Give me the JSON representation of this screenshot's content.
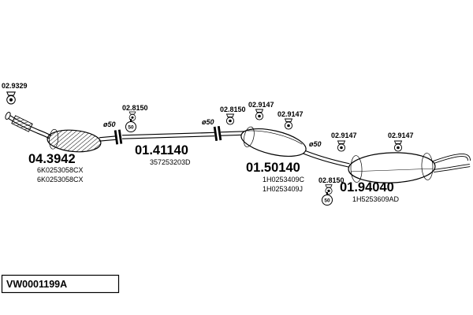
{
  "diagram": {
    "mounts": {
      "m1": "02.9329",
      "m2": "02.8150",
      "m3": "02.8150",
      "m4": "02.9147",
      "m5": "02.9147",
      "m6": "02.9147",
      "m7": "02.9147",
      "m8": "02.8150"
    },
    "diameters": {
      "d1": "ø50",
      "d2": "ø50",
      "d3": "ø50"
    },
    "clamp_size": "50",
    "parts": {
      "front": {
        "number": "04.3942",
        "oem": [
          "6K0253058CX",
          "6K0253058CX"
        ]
      },
      "mid_pipe": {
        "number": "01.41140",
        "oem": [
          "357253203D"
        ]
      },
      "center_muffler": {
        "number": "01.50140",
        "oem": [
          "1H0253409C",
          "1H0253409J"
        ]
      },
      "rear_muffler": {
        "number": "01.94040",
        "oem": [
          "1H5253609AD"
        ]
      }
    }
  },
  "footer": {
    "code": "VW0001199A"
  }
}
